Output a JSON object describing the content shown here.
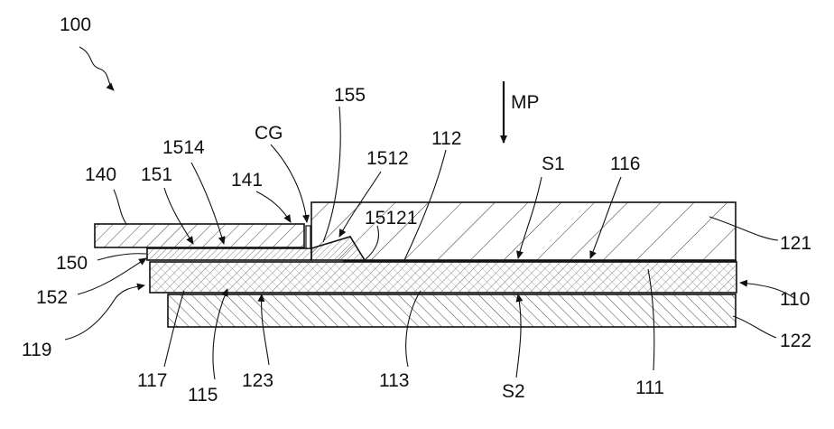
{
  "figure": {
    "ref_100": "100",
    "ref_140": "140",
    "ref_151": "151",
    "ref_1514": "1514",
    "ref_141": "141",
    "ref_cg": "CG",
    "ref_155": "155",
    "ref_1512": "1512",
    "ref_15121": "15121",
    "ref_112": "112",
    "ref_mp": "MP",
    "ref_s1": "S1",
    "ref_116": "116",
    "ref_121": "121",
    "ref_150": "150",
    "ref_152": "152",
    "ref_110": "110",
    "ref_119": "119",
    "ref_122": "122",
    "ref_117": "117",
    "ref_115": "115",
    "ref_123": "123",
    "ref_113": "113",
    "ref_s2": "S2",
    "ref_111": "111"
  }
}
